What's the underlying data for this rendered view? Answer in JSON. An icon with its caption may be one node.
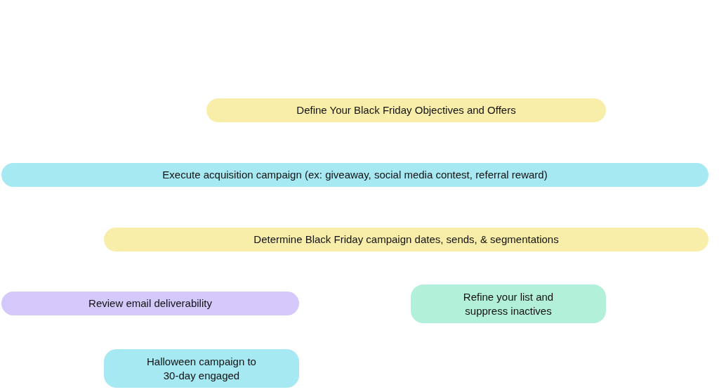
{
  "diagram": {
    "nodes": [
      {
        "text": [
          "Define Your Black Friday Objectives and Offers"
        ]
      },
      {
        "text": [
          "Execute acquisition campaign (ex: giveaway, social media contest, referral reward)"
        ]
      },
      {
        "text": [
          "Determine Black Friday campaign dates, sends, & segmentations"
        ]
      },
      {
        "text": [
          "Review email deliverability"
        ]
      },
      {
        "text": [
          "Refine your list and suppress inactives"
        ]
      },
      {
        "text": [
          "Halloween campaign to 30-day engaged"
        ]
      }
    ]
  }
}
